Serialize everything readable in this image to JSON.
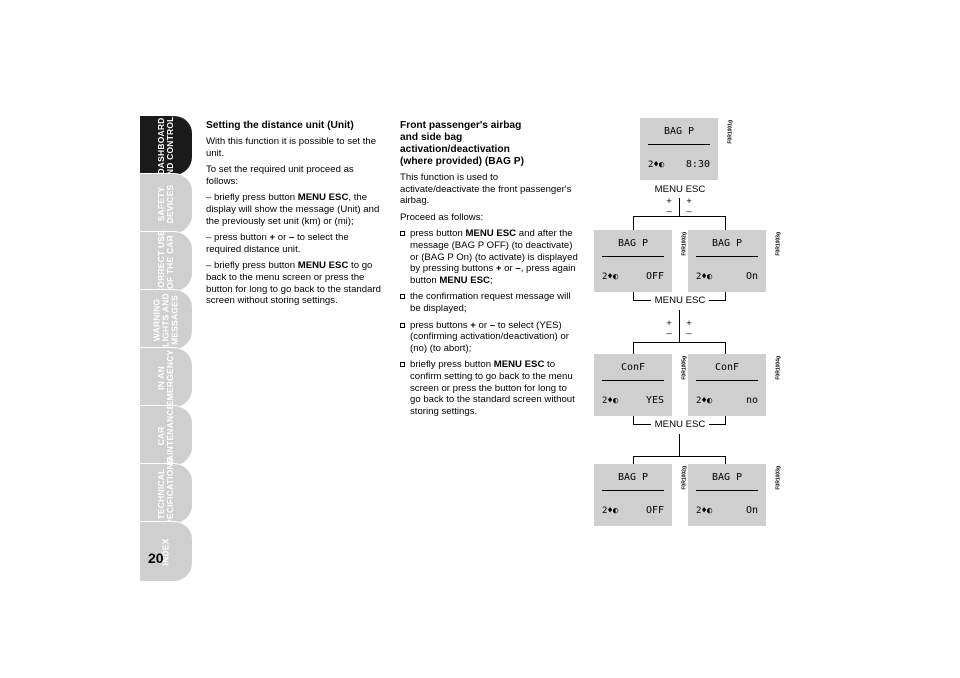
{
  "sidebar": {
    "tabs": [
      {
        "label": "DASHBOARD\nAND CONTROLS",
        "active": true
      },
      {
        "label": "SAFETY\nDEVICES",
        "active": false
      },
      {
        "label": "CORRECT USE\nOF THE CAR",
        "active": false
      },
      {
        "label": "WARNING\nLIGHTS AND\nMESSAGES",
        "active": false
      },
      {
        "label": "IN AN\nEMERGENCY",
        "active": false
      },
      {
        "label": "CAR\nMAINTENANCE",
        "active": false
      },
      {
        "label": "TECHNICAL\nSPECIFICATIONS",
        "active": false
      },
      {
        "label": "INDEX",
        "active": false
      }
    ],
    "page_number": "20"
  },
  "left": {
    "heading": "Setting the distance unit (Unit)",
    "p1": "With this function it is possible to set the unit.",
    "p2": "To set the required unit proceed as follows:",
    "s1a": "– briefly press button ",
    "s1k": "MENU ESC",
    "s1b": ", the display will show the message (Unit) and the previously set unit (km) or (mi);",
    "s2a": "– press button ",
    "s2k1": "+",
    "s2m": " or ",
    "s2k2": "–",
    "s2b": " to select the required distance unit.",
    "s3a": "– briefly press button ",
    "s3k": "MENU ESC",
    "s3b": " to go back to the menu screen or press the button for long to go back to the standard screen without storing settings."
  },
  "middle": {
    "heading": "Front passenger's airbag and side bag activation/deactivation (where provided) (BAG P)",
    "p1": "This function is used to activate/deactivate the front passenger's airbag.",
    "p2": "Proceed as follows:",
    "b1a": "press button ",
    "b1k": "MENU ESC",
    "b1b": " and after the message (BAG P OFF)  (to deactivate) or (BAG P On) (to activate) is displayed by pressing buttons ",
    "b1k2": "+",
    "b1c": " or ",
    "b1k3": "–",
    "b1d": ", press again button ",
    "b1k4": "MENU ESC",
    "b1e": ";",
    "b2": "the confirmation request message will be displayed;",
    "b3a": "press buttons ",
    "b3k1": "+",
    "b3m": " or ",
    "b3k2": "–",
    "b3b": " to select (YES) (confirming activation/deactivation) or (no) (to abort);",
    "b4a": "briefly press button ",
    "b4k": "MENU ESC",
    "b4b": " to confirm setting  to go back to the menu screen or press  the button for long to go back to the standard screen without storing settings."
  },
  "diagram": {
    "menu_esc": "MENU ESC",
    "plus": "+",
    "minus": "–",
    "d_top": {
      "title": "BAG P",
      "sym": "2♦◐",
      "value": "8:30",
      "code": "F0R1001g"
    },
    "d_r1l": {
      "title": "BAG P",
      "sym": "2♦◐",
      "value": "OFF",
      "code": "F0R1002g"
    },
    "d_r1r": {
      "title": "BAG P",
      "sym": "2♦◐",
      "value": "On",
      "code": "F0R1003g"
    },
    "d_r2l": {
      "title": "ConF",
      "sym": "2♦◐",
      "value": "YES",
      "code": "F0R1005g"
    },
    "d_r2r": {
      "title": "ConF",
      "sym": "2♦◐",
      "value": "no",
      "code": "F0R1004g"
    },
    "d_r3l": {
      "title": "BAG P",
      "sym": "2♦◐",
      "value": "OFF",
      "code": "F0R1002g"
    },
    "d_r3r": {
      "title": "BAG P",
      "sym": "2♦◐",
      "value": "On",
      "code": "F0R1003g"
    }
  }
}
